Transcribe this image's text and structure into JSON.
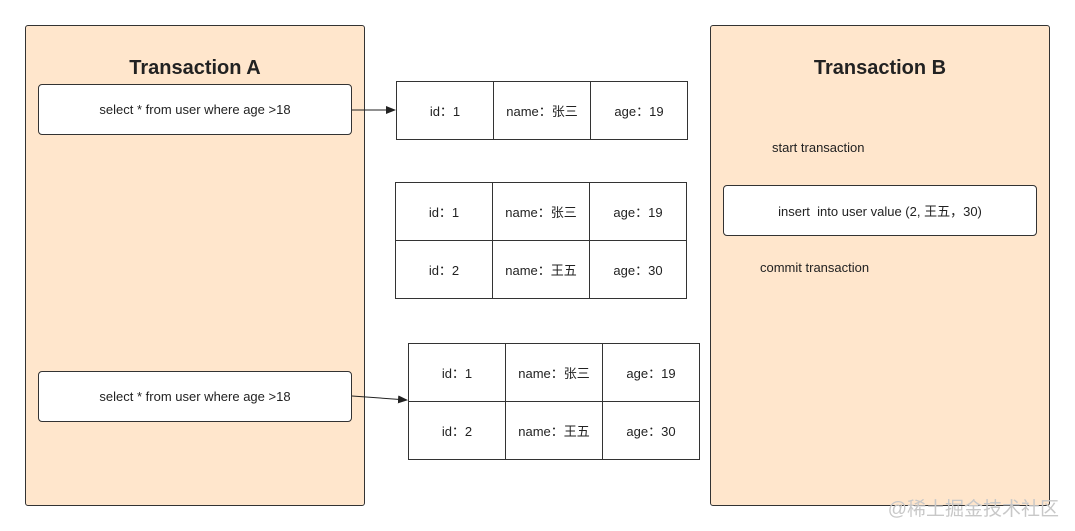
{
  "transaction_a": {
    "title": "Transaction A",
    "query_1": "select * from user where age >18",
    "query_2": "select * from user where age >18"
  },
  "transaction_b": {
    "title": "Transaction B",
    "start": "start transaction",
    "insert": "insert  into user value (2, 王五，30)",
    "commit": "commit transaction"
  },
  "result_tables": [
    {
      "rows": [
        [
          "id：1",
          "name：张三",
          "age：19"
        ]
      ]
    },
    {
      "rows": [
        [
          "id：1",
          "name：张三",
          "age：19"
        ],
        [
          "id：2",
          "name：王五",
          "age：30"
        ]
      ]
    },
    {
      "rows": [
        [
          "id：1",
          "name：张三",
          "age：19"
        ],
        [
          "id：2",
          "name：王五",
          "age：30"
        ]
      ]
    }
  ],
  "watermark": "@稀土掘金技术社区",
  "colors": {
    "panel_fill": "#ffe6cc",
    "border": "#333333"
  }
}
